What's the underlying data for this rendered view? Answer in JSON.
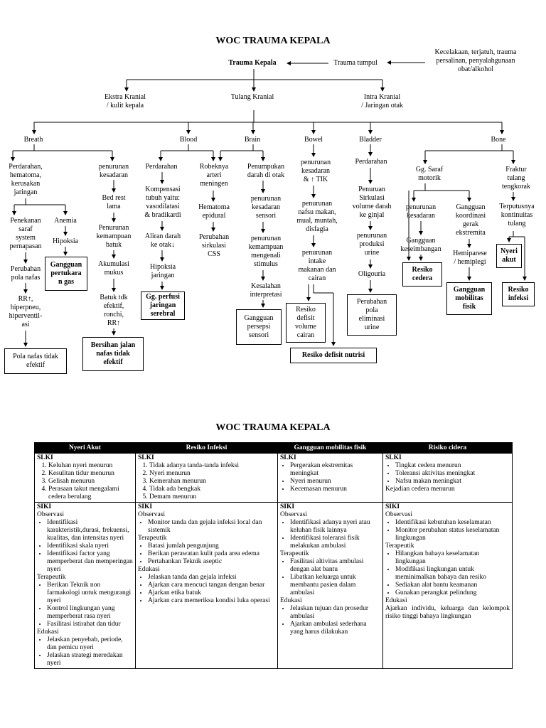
{
  "diagram": {
    "title": "WOC TRAUMA KEPALA",
    "nodes": {
      "cause": "Kecelakaan, terjatuh, trauma\npersalinan, penyalahgunaan\nobat/alkohol",
      "trauma_tumpul": "Trauma tumpul",
      "trauma_kepala": "Trauma Kepala",
      "ekstra": "Ekstra Kranial\n/ kulit kepala",
      "tulang": "Tulang Kranial",
      "intra": "Intra Kranial\n/ Jaringan otak",
      "breath": "Breath",
      "blood": "Blood",
      "brain": "Brain",
      "bowel": "Bowel",
      "bladder": "Bladder",
      "bone": "Bone",
      "perdarahan1": "Perdarahan,\nhematoma,\nkerusakan\njaringan",
      "penekanan": "Penekanan\nsaraf\nsystem\npernapasan",
      "perubahan_pola": "Perubahan\npola nafas",
      "rr1": "RR↑,\nhiperpneu,\nhiperventil-\nasi",
      "anemia": "Anemia",
      "hipoksia": "Hipoksia",
      "penurunan_kes1": "penurunan\nkesadaran",
      "bedrest": "Bed rest\nlama",
      "penurunan_batuk": "Penurunan\nkemampuan\nbatuk",
      "akumulasi": "Akumulasi\nmukus",
      "batuk": "Batuk tdk\nefektif,\nronchi,\nRR↑",
      "perdarahan2": "Perdarahan",
      "kompensasi": "Kompensasi\ntubuh yaitu:\nvasodilatasi\n& bradikardi",
      "aliran": "Aliran darah\nke otak↓",
      "hipoksia_jar": "Hipoksia\njaringan",
      "robeknya": "Robeknya\narteri\nmeningen",
      "hematoma_epi": "Hematoma\nepidural",
      "perubahan_css": "Perubahan\nsirkulasi\nCSS",
      "penumpukan": "Penumpukan\ndarah di otak",
      "penurunan_sensori": "penurunan\nkesadaran\nsensori",
      "penurunan_stimulus": "penurunan\nkemampuan\nmengenali\nstimulus",
      "kesalahan": "Kesalahan\ninterpretasi",
      "penurunan_tik": "penurunan\nkesadaran\n& ↑ TIK",
      "penurunan_nafsu": "penurunan\nnafsu makan,\nmual, muntah,\ndisfagia",
      "penurunan_intake": "penurunan\nintake\nmakanan dan\ncairan",
      "perdarahan3": "Perdarahan",
      "penurunan_sirk": "Penuruan\nSirkulasi\nvolume darah\nke ginjal",
      "penurunan_urine": "penurunan\nproduksi\nurine",
      "oligouria": "Oligouria",
      "gg_saraf": "Gg. Saraf\nmotorik",
      "penurunan_kes2": "penurunan\nkesadaran",
      "gangguan_kes": "Gangguan\nkeseimbangan",
      "gangguan_koord": "Gangguan\nkoordinasi\ngerak\nekstremita",
      "hemiparese": "Hemiparese\n/ hemiplegi",
      "fraktur": "Fraktur\ntulang\ntengkorak",
      "terputus": "Terputusnya\nkontinuitas\ntulang"
    },
    "boxes": {
      "pola_nafas": "Pola nafas tidak\nefektif",
      "pertukaran": "Gangguan\npertukara\nn gas",
      "bersihan": "Bersihan jalan\nnafas tidak\nefektif",
      "perfusi": "Gg. perfusi\njaringan\nserebral",
      "persepsi": "Gangguan\npersepsi\nsensori",
      "defisit_volume": "Resiko\ndefisit\nvolume\ncairan",
      "defisit_nutrisi": "Resiko defisit nutrisi",
      "eliminasi": "Perubahan\npola\neliminasi\nurine",
      "cedera": "Resiko\ncedera",
      "mobilitas": "Gangguan\nmobilitas\nfisik",
      "nyeri": "Nyeri\nakut",
      "infeksi": "Resiko\ninfeksi"
    }
  },
  "table": {
    "title": "WOC TRAUMA KEPALA",
    "headers": [
      "Nyeri Akut",
      "Resiko Infeksi",
      "Gangguan mobilitas fisik",
      "Risiko cidera"
    ],
    "slki_label": "SLKI",
    "siki_label": "SIKI",
    "col1": {
      "slki": [
        "Keluhan nyeri menurun",
        "Kesulitan tidur menurun",
        "Gelisah menurun",
        "Perasaan takut mengalami cedera berulang"
      ],
      "obs_label": "Observasi",
      "obs": [
        "Identifikasi karakteristik,durasi, frekuensi, kualitas, dan intensitas nyeri",
        "Identifikasi skala nyeri",
        "Identifikasi factor yang memperberat dan memperingan nyeri"
      ],
      "ter_label": "Terapeutik",
      "ter": [
        "Berikan Teknik non farmakologi untuk mengurangi nyeri",
        "Kontrol lingkungan yang memperberat rasa nyeri",
        "Fasilitasi istirahat dan tidur"
      ],
      "edu_label": "Edukasi",
      "edu": [
        "Jelaskan penyebab, periode, dan pemicu nyeri",
        "Jelaskan strategi meredakan nyeri"
      ]
    },
    "col2": {
      "slki": [
        "Tidak adanya tanda-tanda infeksi",
        "Nyeri menurun",
        "Kemerahan menurun",
        "Tidak ada bengkak",
        "Demam menurun"
      ],
      "obs_label": "Observasi",
      "obs": [
        "Monitor tanda dan gejala infeksi local dan sistemik"
      ],
      "ter_label": "Terapeutik",
      "ter": [
        "Batasi jumlah pengunjung",
        "Berikan perawatan kulit pada area edema",
        "Pertahankan Teknik aseptic"
      ],
      "edu_label": "Edukasi",
      "edu": [
        "Jelaskan tanda dan gejala infeksi",
        "Ajarkan cara mencuci tangan dengan benar",
        "Ajarkan etika batuk",
        "Ajarkan cara memeriksa kondisi luka operasi"
      ]
    },
    "col3": {
      "slki": [
        "Pergerakan ekstremitas meningkat",
        "Nyeri menurun",
        "Kecemasan menurun"
      ],
      "obs_label": "Observasi",
      "obs": [
        "Identifikasi adanya nyeri atau keluhan fisik lainnya",
        "Identifikasi toleransi fisik melakukan ambulasi"
      ],
      "ter_label": "Terapeutik",
      "ter": [
        "Fasilitasi altivitas ambulasi dengan alat bantu",
        "Libatkan keluarga untuk membantu pasien dalam ambulasi"
      ],
      "edu_label": "Edukasi",
      "edu": [
        "Jelaskan tujuan dan prosedur ambulasi",
        "Ajarkan ambulasi sederhana yang harus dilakukan"
      ]
    },
    "col4": {
      "slki": [
        "Tingkat cedera menurun",
        "Toleransi aktivitas meningkat",
        "Nafsu makan meningkat"
      ],
      "slki_extra": "Kejadian cedera menurun",
      "obs_label": "Observasi",
      "obs": [
        "Identifikasi kebutuhan keselamatan",
        "Monitor perubahan status keselamatan lingkungan"
      ],
      "ter_label": "Terapeutik",
      "ter": [
        "Hilangkan bahaya keselamatan lingkungan",
        "Modifikasi lingkungan untuk meminimalkan bahaya dan resiko",
        "Sediakan alat bantu keamanan",
        "Gunakan perangkat pelindung"
      ],
      "edu_label": "Edukasi",
      "edu_text": "Ajarkan individu, keluarga dan kelompok risiko tinggi bahaya lingkungan"
    }
  }
}
